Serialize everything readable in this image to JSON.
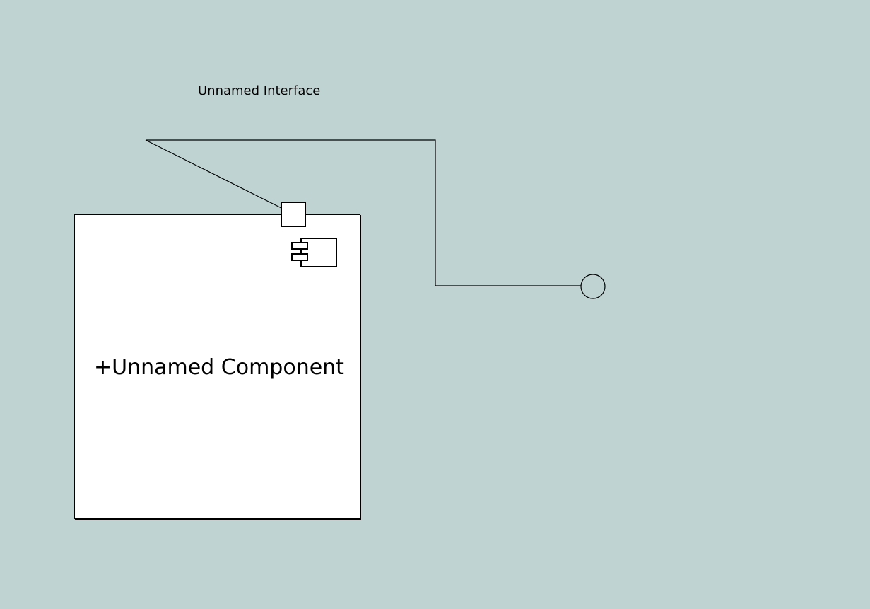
{
  "diagram": {
    "interface_label": "Unnamed Interface",
    "component_name": "+Unnamed Component"
  },
  "colors": {
    "canvas_background": "#bfd3d2",
    "component_fill": "#ffffff",
    "stroke": "#000000"
  },
  "icons": {
    "component_stereotype": "component-icon",
    "port": "port-square",
    "provided_interface": "lollipop-circle"
  }
}
